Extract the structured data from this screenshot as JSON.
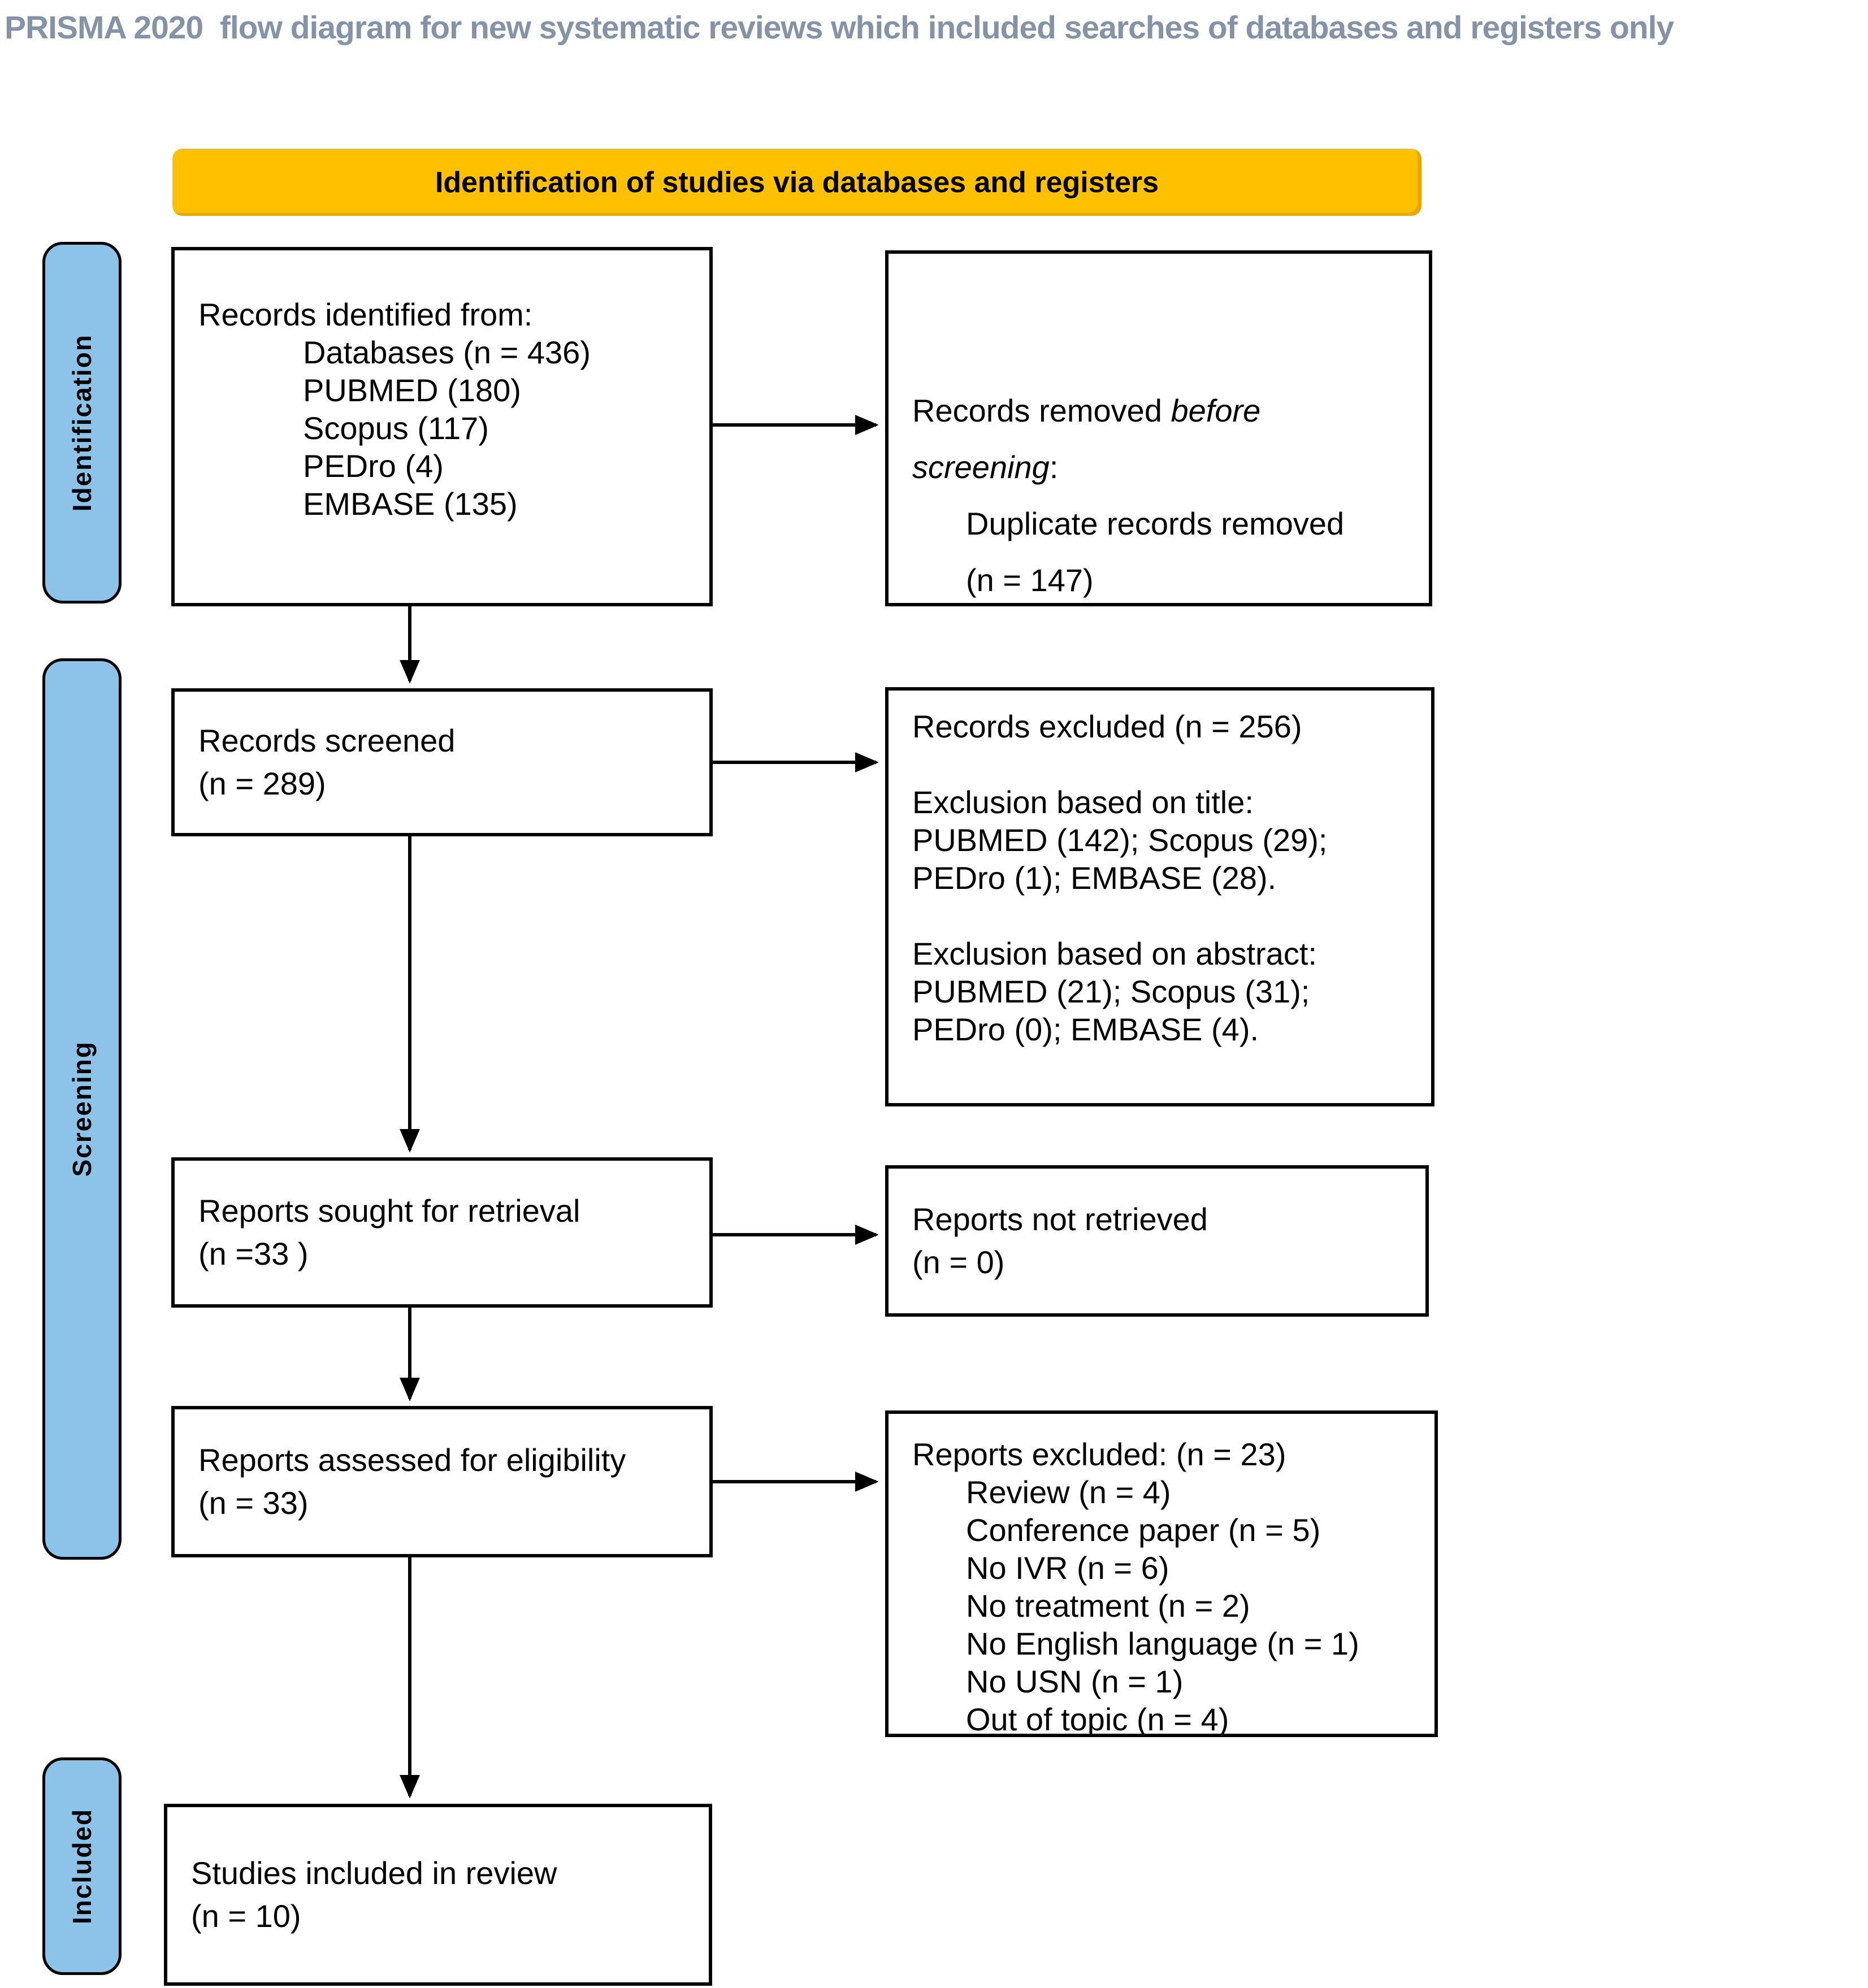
{
  "page_title": "PRISMA 2020  flow diagram for new systematic reviews which included searches of databases and registers only",
  "header": {
    "label": "Identification of studies via databases and registers"
  },
  "colors": {
    "header_bg": "#FFC000",
    "stage_bg": "#8DC3E8",
    "title_text": "#8494A6",
    "box_border": "#000000",
    "arrow": "#000000"
  },
  "stages": [
    {
      "label": "Identification"
    },
    {
      "label": "Screening"
    },
    {
      "label": "Included"
    }
  ],
  "boxes": {
    "records_identified": {
      "lines": [
        {
          "text": "Records identified from:",
          "indent": 0
        },
        {
          "text": "Databases (n = 436)",
          "indent": 2
        },
        {
          "text": "PUBMED (180)",
          "indent": 2
        },
        {
          "text": "Scopus (117)",
          "indent": 2
        },
        {
          "text": "PEDro (4)",
          "indent": 2
        },
        {
          "text": "EMBASE (135)",
          "indent": 2
        }
      ]
    },
    "records_removed": {
      "l1_normal": "Records removed ",
      "l1_italic": "before",
      "l2_italic": "screening",
      "l2_tail": ":",
      "l3": "Duplicate records removed",
      "l4": "(n = 147)"
    },
    "records_screened": {
      "lines": [
        {
          "text": "Records screened",
          "indent": 0
        },
        {
          "text": "(n = 289)",
          "indent": 0
        }
      ]
    },
    "records_excluded": {
      "lines": [
        {
          "text": "Records excluded (n = 256)",
          "indent": 0
        },
        {
          "text": " ",
          "indent": 0
        },
        {
          "text": "Exclusion based on title:",
          "indent": 0
        },
        {
          "text": "PUBMED (142); Scopus (29);",
          "indent": 0
        },
        {
          "text": "PEDro (1); EMBASE (28).",
          "indent": 0
        },
        {
          "text": " ",
          "indent": 0
        },
        {
          "text": "Exclusion based on abstract:",
          "indent": 0
        },
        {
          "text": "PUBMED (21); Scopus (31);",
          "indent": 0
        },
        {
          "text": "PEDro (0); EMBASE (4).",
          "indent": 0
        }
      ]
    },
    "reports_sought": {
      "lines": [
        {
          "text": "Reports sought for retrieval",
          "indent": 0
        },
        {
          "text": "(n =33 )",
          "indent": 0
        }
      ]
    },
    "reports_not_retrieved": {
      "lines": [
        {
          "text": "Reports not retrieved",
          "indent": 0
        },
        {
          "text": "(n = 0)",
          "indent": 0
        }
      ]
    },
    "reports_assessed": {
      "lines": [
        {
          "text": "Reports assessed for eligibility",
          "indent": 0
        },
        {
          "text": "(n = 33)",
          "indent": 0
        }
      ]
    },
    "reports_excluded": {
      "lines": [
        {
          "text": "Reports excluded: (n = 23)",
          "indent": 0
        },
        {
          "text": "Review (n = 4)",
          "indent": 1
        },
        {
          "text": "Conference paper (n = 5)",
          "indent": 1
        },
        {
          "text": "No IVR (n = 6)",
          "indent": 1
        },
        {
          "text": "No treatment (n = 2)",
          "indent": 1
        },
        {
          "text": "No English language (n = 1)",
          "indent": 1
        },
        {
          "text": "No USN (n = 1)",
          "indent": 1
        },
        {
          "text": "Out of topic (n = 4)",
          "indent": 1
        }
      ]
    },
    "studies_included": {
      "lines": [
        {
          "text": "Studies included in review",
          "indent": 0
        },
        {
          "text": "(n = 10)",
          "indent": 0
        }
      ]
    }
  }
}
